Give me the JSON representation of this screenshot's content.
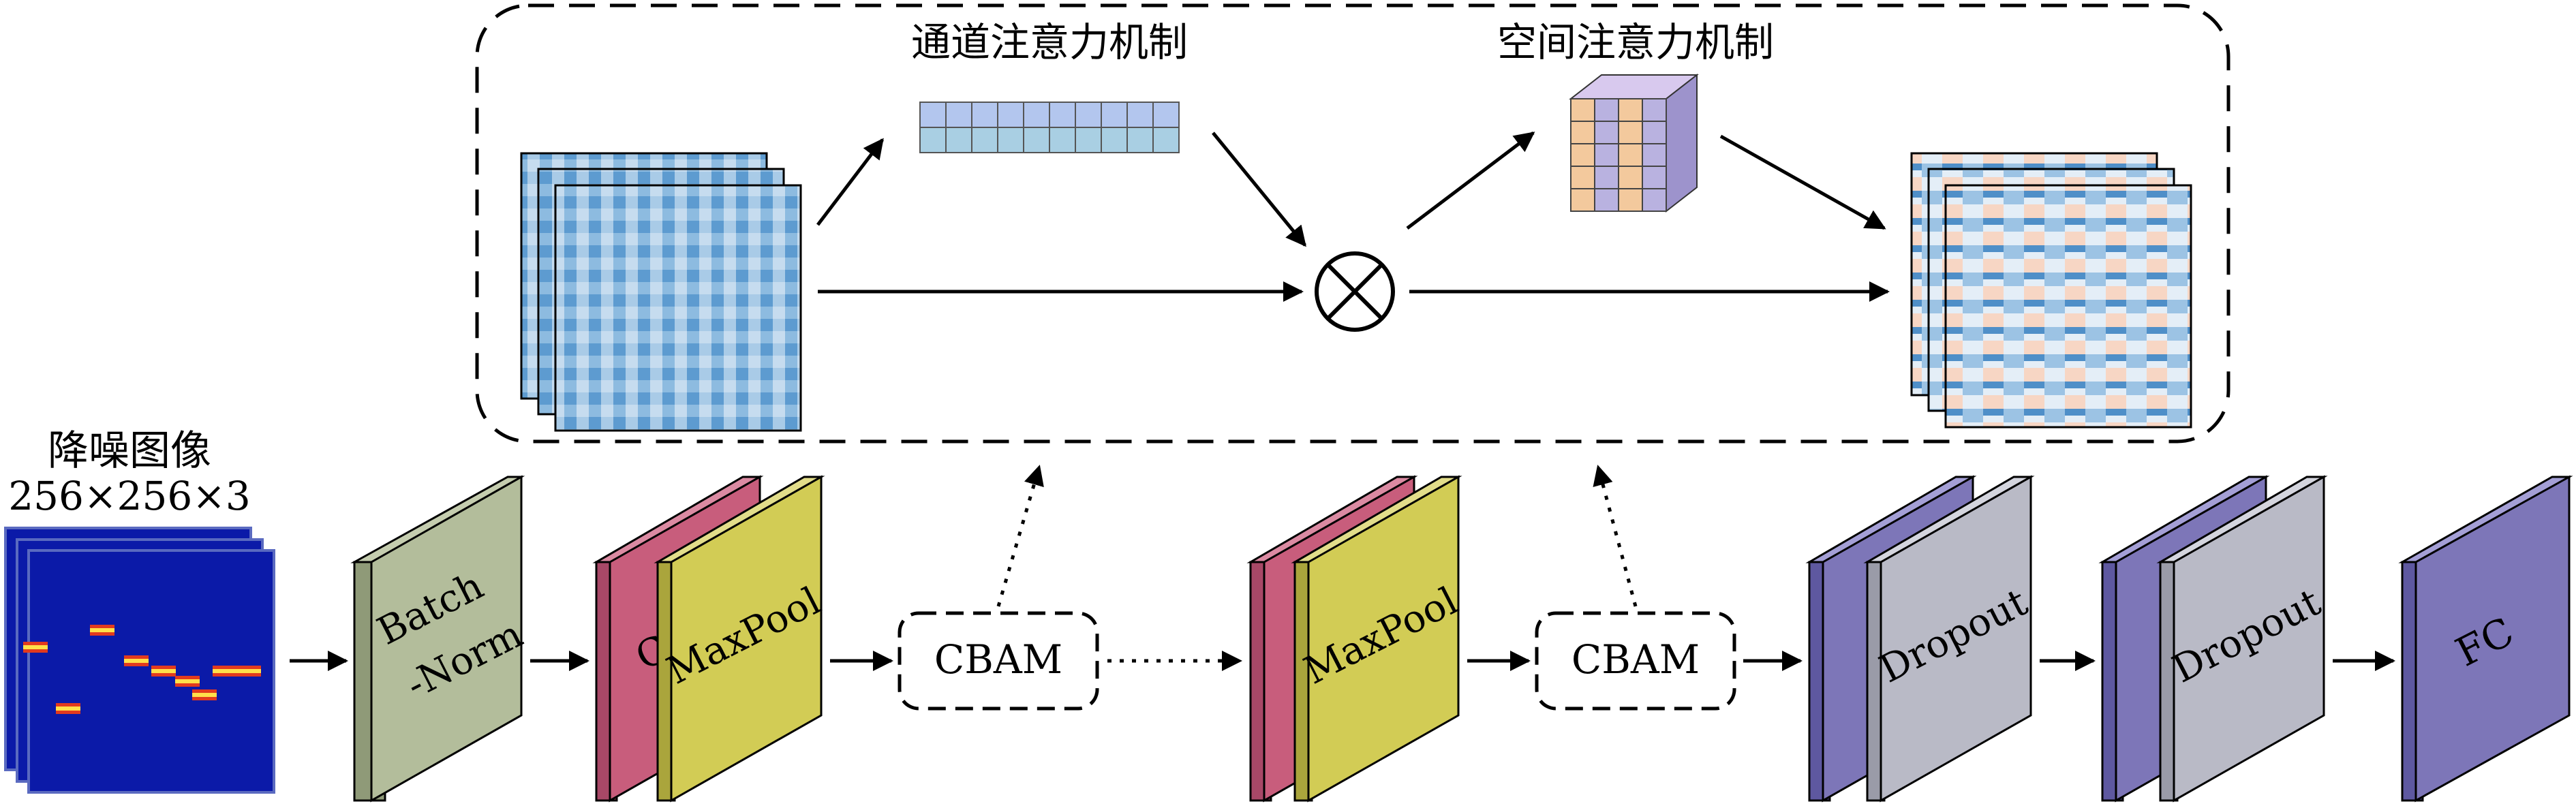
{
  "input": {
    "title": "降噪图像",
    "size": "256×256×3"
  },
  "attention": {
    "channel_title": "通道注意力机制",
    "spatial_title": "空间注意力机制",
    "multiply_symbol": "⊗"
  },
  "layers": {
    "batchnorm_line1": "Batch",
    "batchnorm_line2": "-Norm",
    "maxpool_1": "MaxPool",
    "conv_1": "C",
    "cbam_1": "CBAM",
    "maxpool_2": "MaxPool",
    "cbam_2": "CBAM",
    "dropout_1": "Dropout",
    "dropout_2": "Dropout",
    "fc": "FC"
  },
  "colors": {
    "batchnorm": "#b3bd9b",
    "conv": "#c85d7c",
    "maxpool": "#d2cc55",
    "dense": "#7d76b8",
    "dropout": "#b9bac6",
    "input_bg": "#0b1aa8",
    "feature_blue": "#3d85c0",
    "feature_light": "#d7e8f5",
    "feature_orange": "#f2c1a6",
    "channel_cell": "#a9c7e8",
    "spatial_orange": "#f3c99d",
    "spatial_purple": "#b9b2e0"
  }
}
